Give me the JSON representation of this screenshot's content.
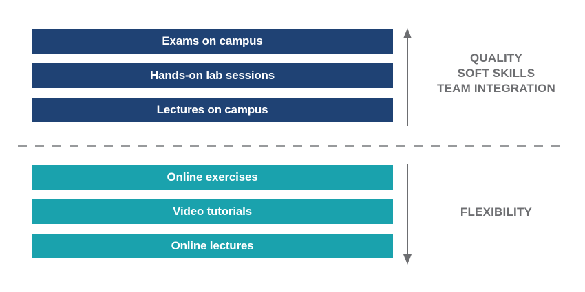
{
  "colors": {
    "navy_bar": "#1F4274",
    "teal_bar": "#1AA2AD",
    "bar_text": "#FFFFFF",
    "label_gray": "#6D6E71",
    "arrow_gray": "#6D6E71",
    "divider_gray": "#77787B"
  },
  "top_section": {
    "bars": [
      {
        "label": "Exams on campus"
      },
      {
        "label": "Hands-on lab sessions"
      },
      {
        "label": "Lectures on campus"
      }
    ],
    "arrow_direction": "up",
    "annotation_lines": [
      "QUALITY",
      "SOFT SKILLS",
      "TEAM INTEGRATION"
    ]
  },
  "bottom_section": {
    "bars": [
      {
        "label": "Online exercises"
      },
      {
        "label": "Video tutorials"
      },
      {
        "label": "Online lectures"
      }
    ],
    "arrow_direction": "down",
    "annotation_lines": [
      "FLEXIBILITY"
    ]
  }
}
